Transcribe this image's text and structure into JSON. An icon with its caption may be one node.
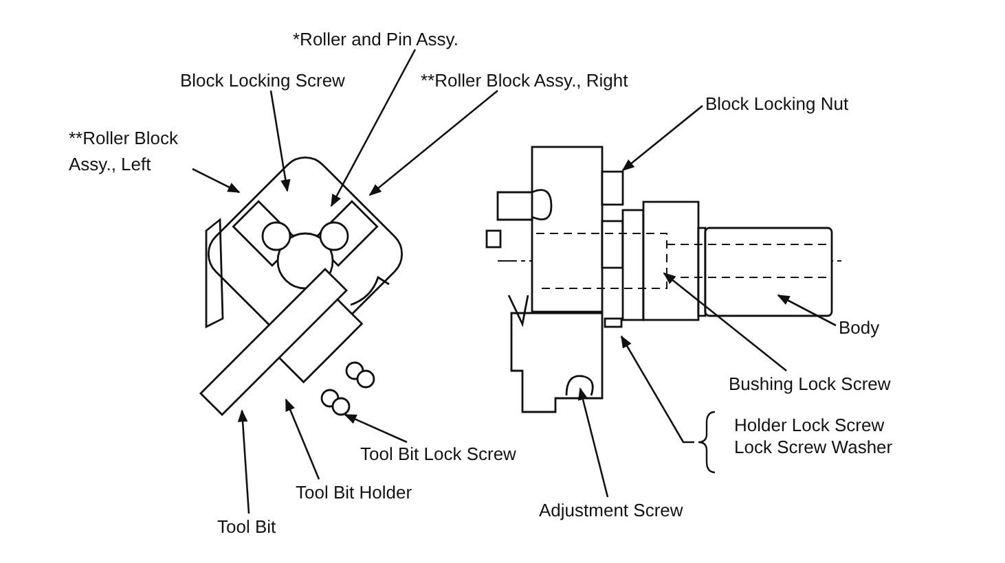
{
  "diagram": {
    "nodes": [
      {
        "text": [
          "*Roller and Pin Assy."
        ]
      },
      {
        "text": [
          "Block Locking Screw"
        ]
      },
      {
        "text": [
          "**Roller Block Assy., Right"
        ]
      },
      {
        "text": [
          "Block Locking Nut"
        ]
      },
      {
        "text": [
          "**Roller Block Assy., Left"
        ]
      },
      {
        "text": [
          "Body"
        ]
      },
      {
        "text": [
          "Bushing Lock Screw"
        ]
      },
      {
        "text": [
          "Holder Lock Screw",
          "Lock Screw Washer"
        ]
      },
      {
        "text": [
          "Tool Bit Lock Screw"
        ]
      },
      {
        "text": [
          "Tool Bit Holder"
        ]
      },
      {
        "text": [
          "Adjustment Screw"
        ]
      },
      {
        "text": [
          "Tool Bit"
        ]
      }
    ],
    "edges": [
      {
        "from": 0,
        "to": null,
        "arrow": "to"
      },
      {
        "from": 1,
        "to": null,
        "arrow": "to"
      },
      {
        "from": 2,
        "to": null,
        "arrow": "to"
      },
      {
        "from": 3,
        "to": null,
        "arrow": "to"
      },
      {
        "from": 4,
        "to": null,
        "arrow": "to"
      },
      {
        "from": 5,
        "to": null,
        "arrow": "to"
      },
      {
        "from": 6,
        "to": null,
        "arrow": "to"
      },
      {
        "from": 7,
        "to": null,
        "arrow": "to"
      },
      {
        "from": 8,
        "to": null,
        "arrow": "to"
      },
      {
        "from": 9,
        "to": null,
        "arrow": "to"
      },
      {
        "from": 10,
        "to": null,
        "arrow": "to"
      },
      {
        "from": 11,
        "to": null,
        "arrow": "to"
      }
    ]
  }
}
